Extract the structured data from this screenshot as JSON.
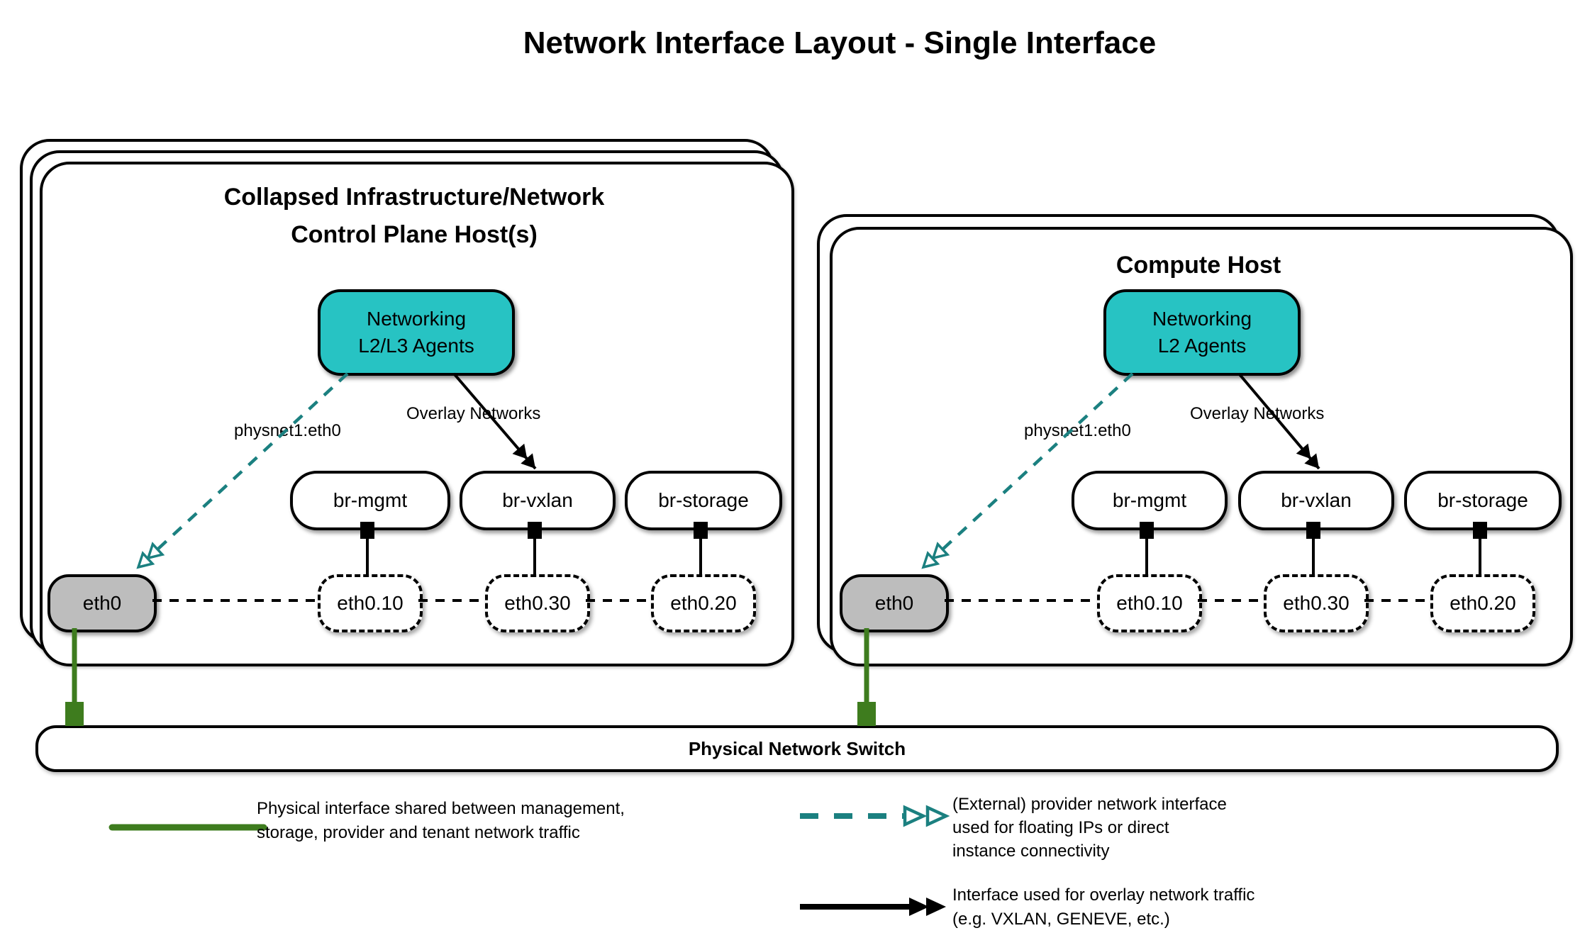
{
  "title": "Network Interface Layout - Single Interface",
  "colors": {
    "teal_fill": "#27C3C3",
    "teal_line": "#1B8080",
    "green": "#3E7C1E",
    "node_gray": "#BDBDBD",
    "black": "#000000"
  },
  "hosts": [
    {
      "title_line1": "Collapsed Infrastructure/Network",
      "title_line2": "Control Plane Host(s)",
      "agent_line1": "Networking",
      "agent_line2": "L2/L3 Agents",
      "provider_label": "physnet1:eth0",
      "overlay_label": "Overlay Networks",
      "bridges": [
        "br-mgmt",
        "br-vxlan",
        "br-storage"
      ],
      "vlans": [
        "eth0.10",
        "eth0.30",
        "eth0.20"
      ],
      "phys_if": "eth0"
    },
    {
      "title_line1": "Compute Host",
      "title_line2": "",
      "agent_line1": "Networking",
      "agent_line2": "L2 Agents",
      "provider_label": "physnet1:eth0",
      "overlay_label": "Overlay Networks",
      "bridges": [
        "br-mgmt",
        "br-vxlan",
        "br-storage"
      ],
      "vlans": [
        "eth0.10",
        "eth0.30",
        "eth0.20"
      ],
      "phys_if": "eth0"
    }
  ],
  "switch_label": "Physical Network Switch",
  "legend": {
    "physical": {
      "lines": [
        "Physical interface shared between management,",
        "storage, provider and tenant network traffic"
      ]
    },
    "provider": {
      "lines": [
        "(External) provider network interface",
        "used for floating IPs or direct",
        "instance connectivity"
      ]
    },
    "overlay": {
      "lines": [
        "Interface used for overlay network traffic",
        "(e.g. VXLAN, GENEVE, etc.)"
      ]
    }
  }
}
